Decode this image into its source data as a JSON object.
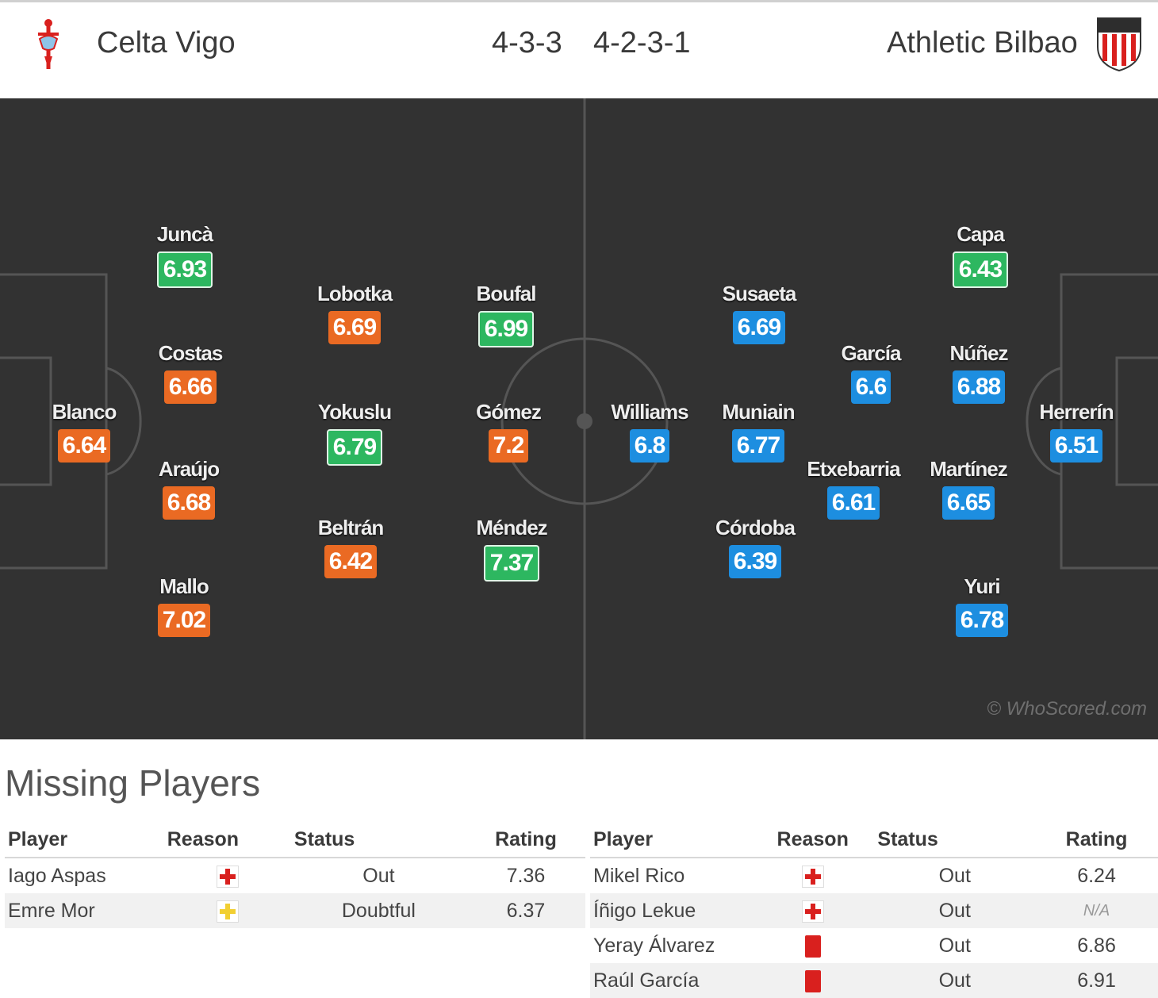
{
  "header": {
    "home_team": "Celta Vigo",
    "home_formation": "4-3-3",
    "away_formation": "4-2-3-1",
    "away_team": "Athletic Bilbao"
  },
  "colors": {
    "good": "#2db760",
    "home": "#ea6a23",
    "away": "#1d8ee0",
    "pitch": "#323232"
  },
  "pitch": {
    "watermark": "© WhoScored.com",
    "home_players": [
      {
        "name": "Juncà",
        "rating": "6.93",
        "badge": "green"
      },
      {
        "name": "Costas",
        "rating": "6.66",
        "badge": "orange"
      },
      {
        "name": "Blanco",
        "rating": "6.64",
        "badge": "orange"
      },
      {
        "name": "Araújo",
        "rating": "6.68",
        "badge": "orange"
      },
      {
        "name": "Mallo",
        "rating": "7.02",
        "badge": "orange"
      },
      {
        "name": "Lobotka",
        "rating": "6.69",
        "badge": "orange"
      },
      {
        "name": "Yokuslu",
        "rating": "6.79",
        "badge": "green"
      },
      {
        "name": "Beltrán",
        "rating": "6.42",
        "badge": "orange"
      },
      {
        "name": "Boufal",
        "rating": "6.99",
        "badge": "green"
      },
      {
        "name": "Gómez",
        "rating": "7.2",
        "badge": "orange"
      },
      {
        "name": "Méndez",
        "rating": "7.37",
        "badge": "green"
      }
    ],
    "away_players": [
      {
        "name": "Williams",
        "rating": "6.8",
        "badge": "blue"
      },
      {
        "name": "Susaeta",
        "rating": "6.69",
        "badge": "blue"
      },
      {
        "name": "Muniain",
        "rating": "6.77",
        "badge": "blue"
      },
      {
        "name": "Córdoba",
        "rating": "6.39",
        "badge": "blue"
      },
      {
        "name": "García",
        "rating": "6.6",
        "badge": "blue"
      },
      {
        "name": "Etxebarria",
        "rating": "6.61",
        "badge": "blue"
      },
      {
        "name": "Capa",
        "rating": "6.43",
        "badge": "green"
      },
      {
        "name": "Núñez",
        "rating": "6.88",
        "badge": "blue"
      },
      {
        "name": "Martínez",
        "rating": "6.65",
        "badge": "blue"
      },
      {
        "name": "Yuri",
        "rating": "6.78",
        "badge": "blue"
      },
      {
        "name": "Herrerín",
        "rating": "6.51",
        "badge": "blue"
      }
    ]
  },
  "missing": {
    "title": "Missing Players",
    "headers": {
      "player": "Player",
      "reason": "Reason",
      "status": "Status",
      "rating": "Rating"
    },
    "home": [
      {
        "player": "Iago Aspas",
        "reason": "injury-icon",
        "status": "Out",
        "rating": "7.36"
      },
      {
        "player": "Emre Mor",
        "reason": "doubtful-icon",
        "status": "Doubtful",
        "rating": "6.37"
      }
    ],
    "away": [
      {
        "player": "Mikel Rico",
        "reason": "injury-icon",
        "status": "Out",
        "rating": "6.24"
      },
      {
        "player": "Íñigo Lekue",
        "reason": "injury-icon",
        "status": "Out",
        "rating": "N/A"
      },
      {
        "player": "Yeray Álvarez",
        "reason": "red-card-icon",
        "status": "Out",
        "rating": "6.86"
      },
      {
        "player": "Raúl García",
        "reason": "red-card-icon",
        "status": "Out",
        "rating": "6.91"
      }
    ]
  }
}
